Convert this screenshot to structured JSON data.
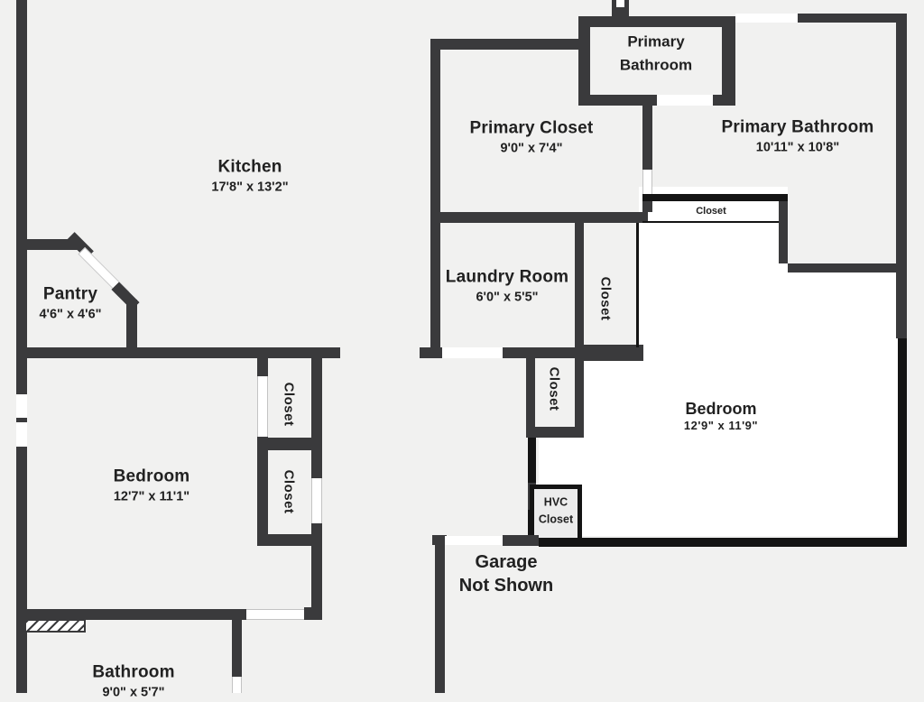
{
  "title": "Floor plan",
  "colors": {
    "wall": "#3a3a3c",
    "wall_black": "#141414",
    "floor": "#f1f1f0",
    "patched_room_floor": "#ffffff",
    "text": "#212121"
  },
  "rooms": {
    "kitchen": {
      "name": "Kitchen",
      "dims": "17'8\" x 13'2\""
    },
    "pantry": {
      "name": "Pantry",
      "dims": "4'6\" x 4'6\""
    },
    "primary_closet": {
      "name": "Primary Closet",
      "dims": "9'0\" x 7'4\""
    },
    "primary_bathroom_small": {
      "line1": "Primary",
      "line2": "Bathroom"
    },
    "primary_bathroom": {
      "name": "Primary Bathroom",
      "dims": "10'11\" x 10'8\""
    },
    "laundry_room": {
      "name": "Laundry Room",
      "dims": "6'0\" x 5'5\""
    },
    "bedroom_left": {
      "name": "Bedroom",
      "dims": "12'7\" x 11'1\""
    },
    "bedroom_right": {
      "name": "Bedroom",
      "dims": "12'9\" x 11'9\""
    },
    "bathroom": {
      "name": "Bathroom",
      "dims": "9'0\" x 5'7\""
    },
    "garage": {
      "line1": "Garage",
      "line2": "Not Shown"
    },
    "hvc_closet": {
      "line1": "HVC",
      "line2": "Closet"
    },
    "closets": {
      "bedroom_upper": "Closet",
      "bedroom_lower": "Closet",
      "hall": "Closet",
      "laundry": "Closet",
      "primary_strip": "Closet"
    }
  }
}
